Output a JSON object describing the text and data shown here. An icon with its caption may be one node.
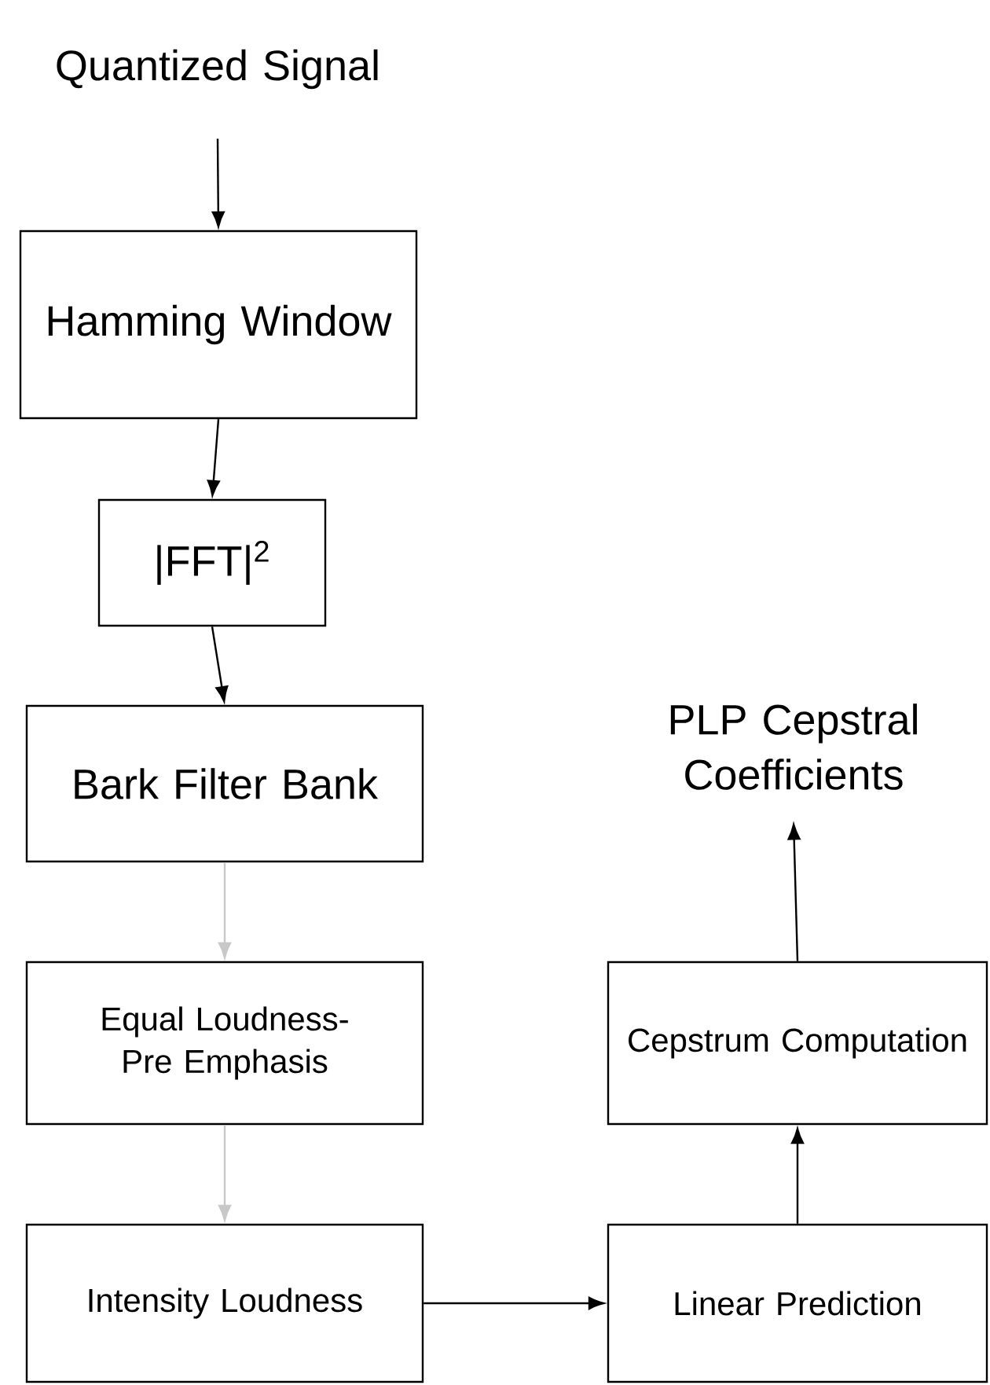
{
  "diagram": {
    "nodes": [
      {
        "text": [
          "Quantized Signal"
        ]
      },
      {
        "text": [
          "Hamming Window"
        ]
      },
      {
        "text": [
          "|FFT|$^{2}$"
        ]
      },
      {
        "text": [
          "Bark Filter Bank"
        ]
      },
      {
        "text": [
          "Equal Loudness- Pre Emphasis"
        ]
      },
      {
        "text": [
          "Intensity Loudness"
        ]
      },
      {
        "text": [
          "Linear Prediction"
        ]
      },
      {
        "text": [
          "Cepstrum Computation"
        ]
      },
      {
        "text": [
          "PLP Cepstral Coefficients"
        ]
      }
    ],
    "edges": [
      {
        "from": 0,
        "to": 1,
        "arrow": "to"
      },
      {
        "from": 1,
        "to": 2,
        "arrow": "to"
      },
      {
        "from": 2,
        "to": 3,
        "arrow": "to"
      },
      {
        "from": 3,
        "to": 4,
        "arrow": "to",
        "color": "#c8c8c8"
      },
      {
        "from": 4,
        "to": 5,
        "arrow": "to",
        "color": "#c8c8c8"
      },
      {
        "from": 5,
        "to": 6,
        "arrow": "to"
      },
      {
        "from": 6,
        "to": 7,
        "arrow": "to"
      },
      {
        "from": 7,
        "to": 8,
        "arrow": "to"
      }
    ]
  }
}
